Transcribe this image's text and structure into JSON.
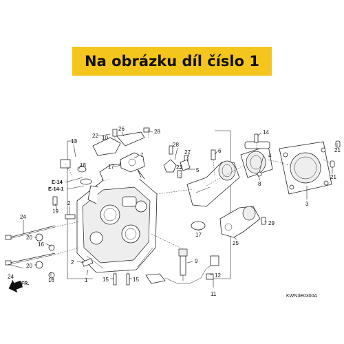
{
  "banner": {
    "text": "Na obrázku díl číslo 1",
    "color": "#f4c51d"
  },
  "diagram": {
    "drawing_code": "KWN3E0300A",
    "direction_label": "FR.",
    "refs": [
      "E-14",
      "E-14-1"
    ],
    "callouts": [
      "22",
      "10",
      "26",
      "28",
      "7",
      "13",
      "18",
      "17",
      "28",
      "27",
      "6",
      "5",
      "23",
      "14",
      "4",
      "8",
      "21",
      "21",
      "3",
      "19",
      "2",
      "24",
      "20",
      "16",
      "17",
      "25",
      "29",
      "2",
      "9",
      "24",
      "20",
      "16",
      "1",
      "15",
      "15",
      "12",
      "11"
    ]
  }
}
